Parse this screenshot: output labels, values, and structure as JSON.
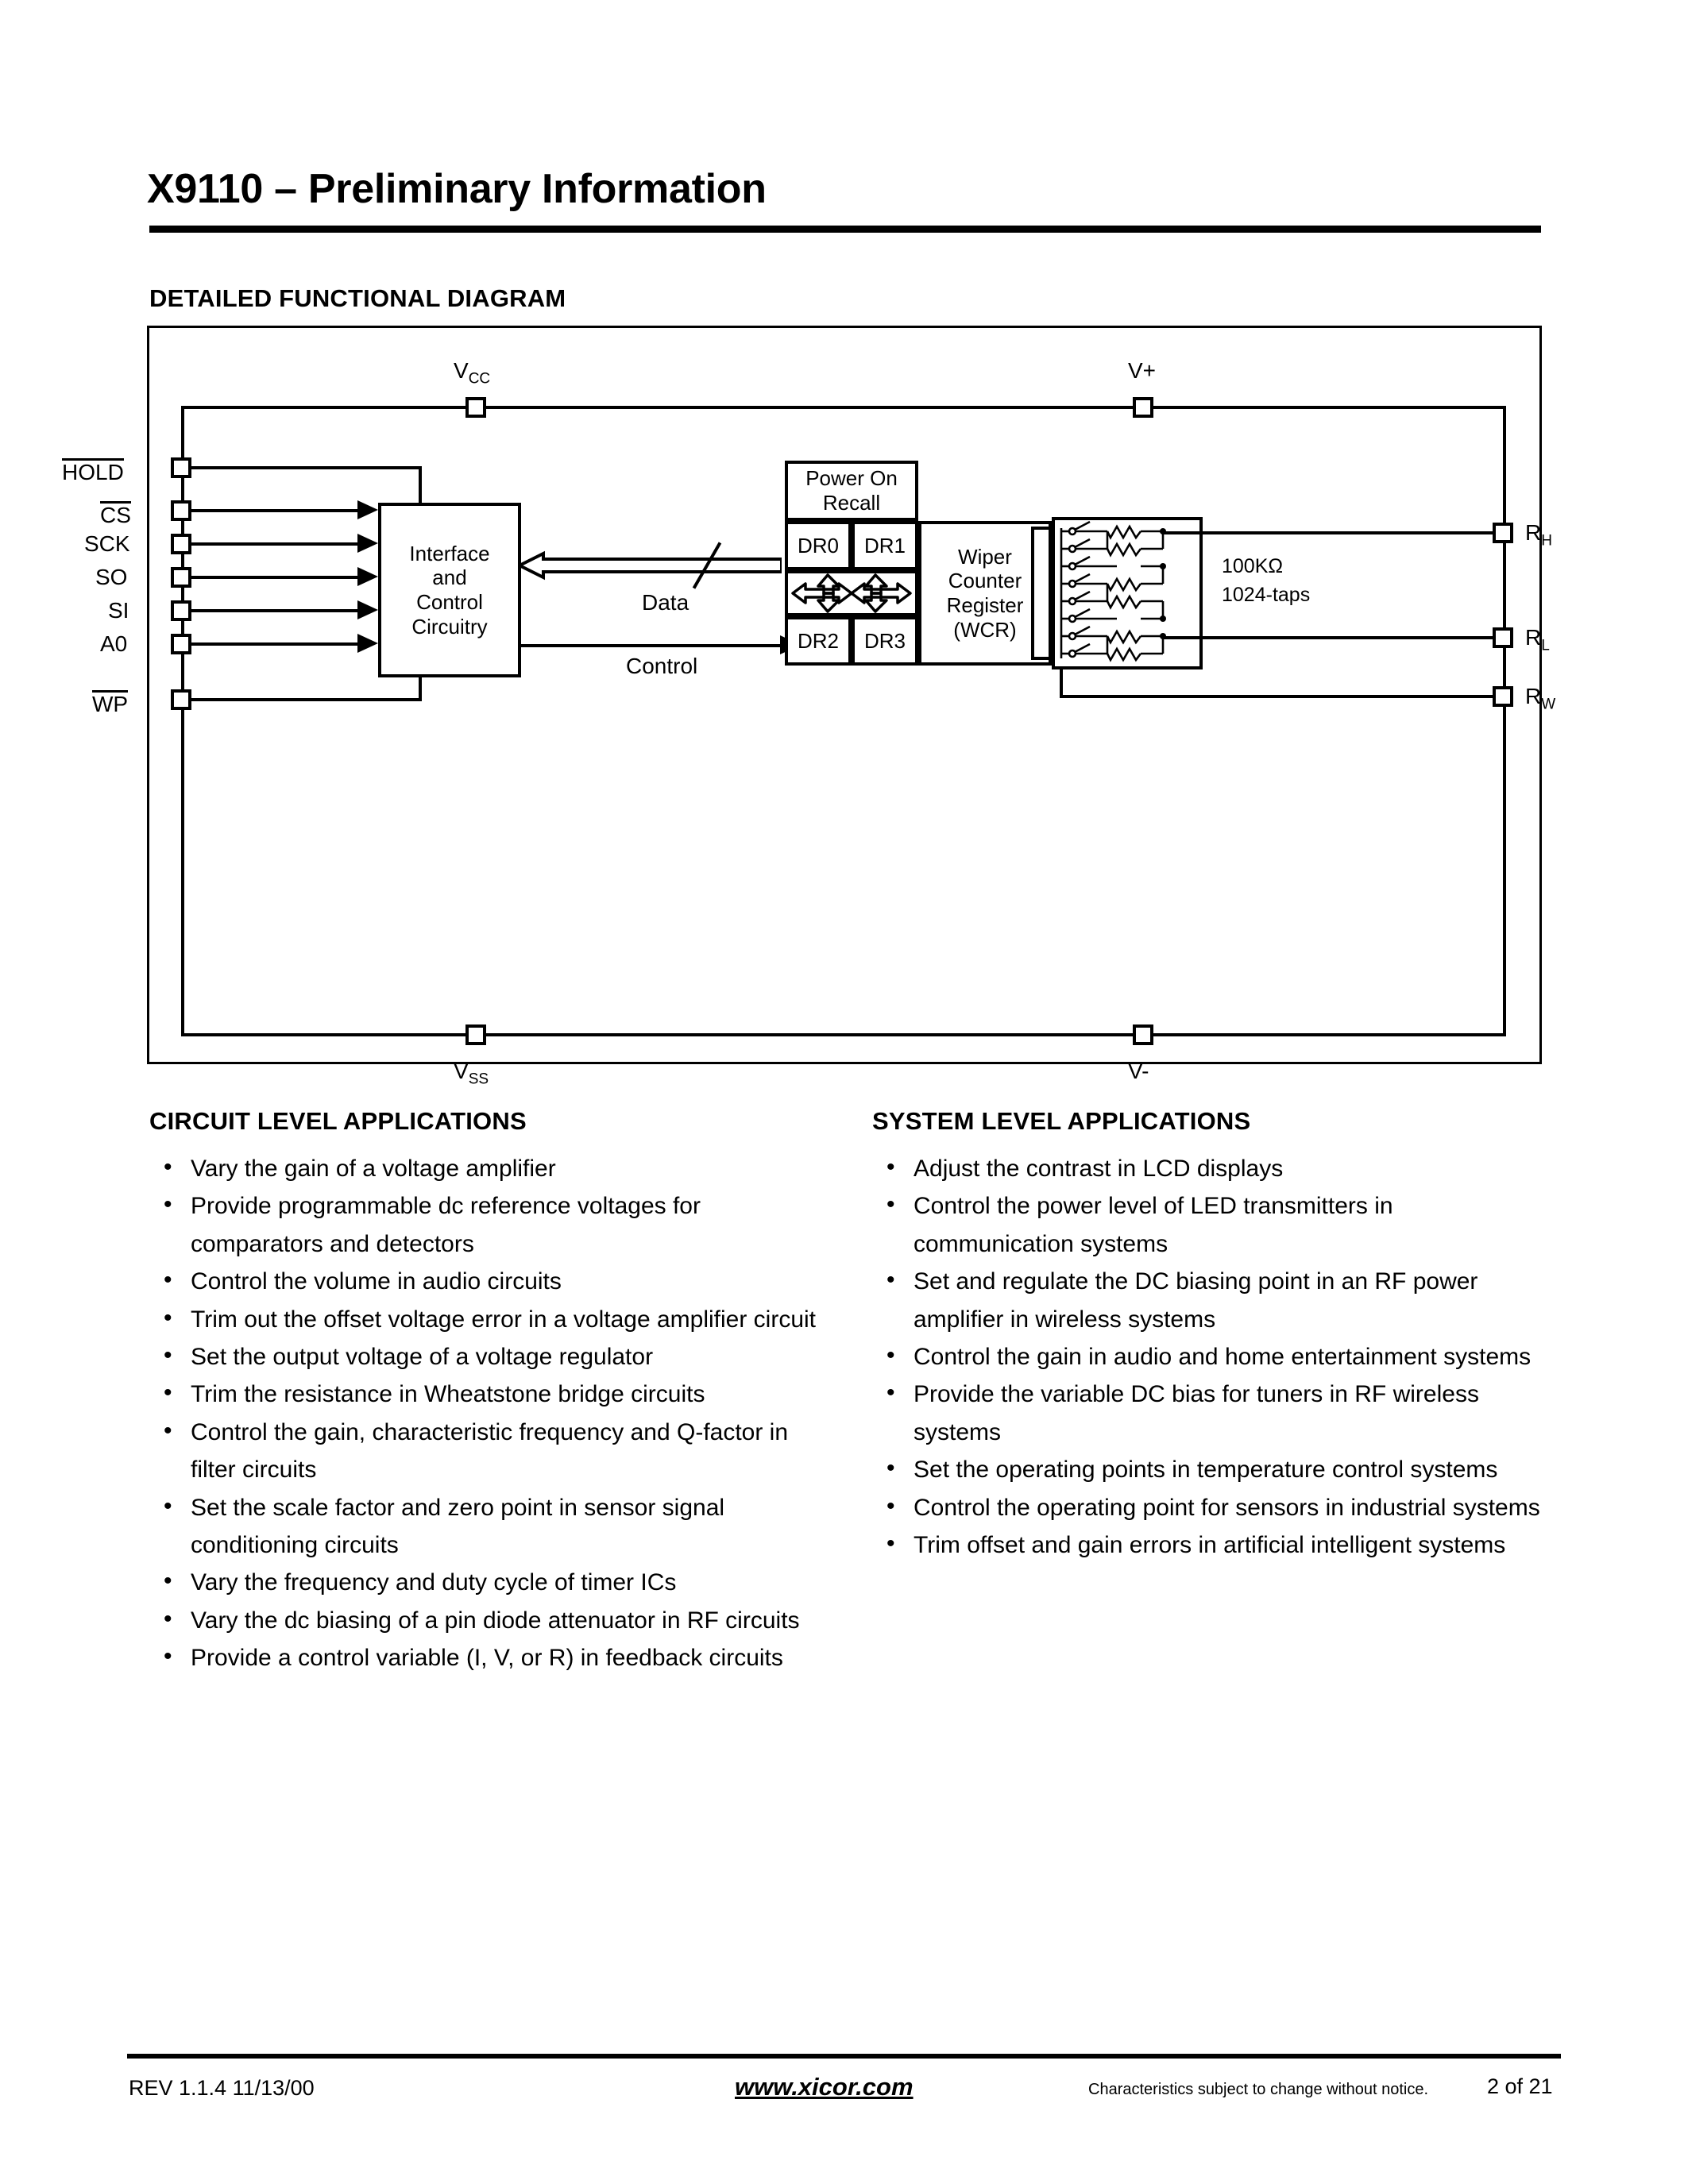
{
  "header": {
    "title": "X9110 – Preliminary Information"
  },
  "diagram": {
    "heading": "DETAILED FUNCTIONAL DIAGRAM",
    "power_pins": {
      "vcc": "V",
      "vcc_sub": "CC",
      "vss": "V",
      "vss_sub": "SS",
      "vplus": "V+",
      "vminus": "V-"
    },
    "left_pins": [
      {
        "label": "HOLD",
        "overbar": true
      },
      {
        "label": "CS",
        "overbar": true
      },
      {
        "label": "SCK",
        "overbar": false
      },
      {
        "label": "SO",
        "overbar": false
      },
      {
        "label": "SI",
        "overbar": false
      },
      {
        "label": "A0",
        "overbar": false
      },
      {
        "label": "WP",
        "overbar": true
      }
    ],
    "right_pins": [
      {
        "label": "R",
        "sub": "H"
      },
      {
        "label": "R",
        "sub": "L"
      },
      {
        "label": "R",
        "sub": "W"
      }
    ],
    "blocks": {
      "interface": "Interface\nand\nControl\nCircuitry",
      "power_on_recall": "Power On\nRecall",
      "wcr": "Wiper\nCounter\nRegister\n(WCR)",
      "registers": [
        "DR0",
        "DR1",
        "DR2",
        "DR3"
      ]
    },
    "bus_labels": {
      "data": "Data",
      "control": "Control"
    },
    "resistor_array": {
      "resistance": "100KΩ",
      "taps": "1024-taps"
    }
  },
  "applications": {
    "circuit": {
      "heading": "CIRCUIT LEVEL APPLICATIONS",
      "items": [
        "Vary the gain of a voltage amplifier",
        "Provide programmable dc reference voltages for comparators and detectors",
        "Control the volume in audio circuits",
        "Trim out the offset voltage error in a voltage amplifier circuit",
        "Set the output voltage of a voltage regulator",
        "Trim the resistance in Wheatstone bridge circuits",
        "Control the gain, characteristic frequency and Q-factor in filter circuits",
        "Set the scale factor and zero point in sensor signal conditioning circuits",
        "Vary the frequency and duty cycle of timer ICs",
        "Vary the dc biasing of a pin diode attenuator in RF circuits",
        "Provide a control variable (I, V, or R) in feedback circuits"
      ]
    },
    "system": {
      "heading": "SYSTEM LEVEL APPLICATIONS",
      "items": [
        "Adjust the contrast in LCD displays",
        "Control the power level of LED transmitters in communication systems",
        "Set and regulate the DC biasing point in an RF power amplifier in wireless systems",
        "Control the gain in audio and home entertainment systems",
        "Provide the variable DC bias for tuners in RF wireless systems",
        "Set the operating points in temperature control systems",
        "Control the operating point for sensors in industrial systems",
        "Trim offset and gain errors in artificial intelligent systems"
      ]
    }
  },
  "footer": {
    "revision": "REV 1.1.4 11/13/00",
    "url": "www.xicor.com",
    "notice": "Characteristics subject to change without notice.",
    "page": "2 of 21"
  }
}
